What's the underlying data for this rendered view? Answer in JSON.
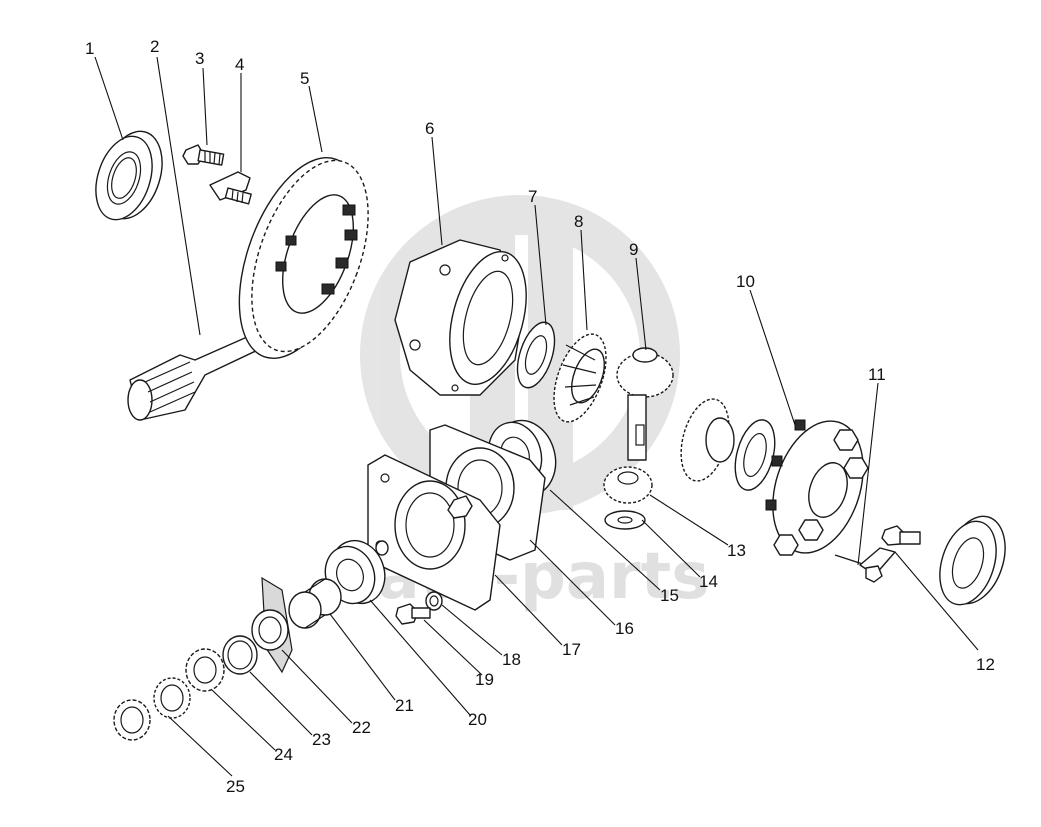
{
  "watermark": {
    "text": "data-parts",
    "color": "#d6d6d6"
  },
  "callouts": [
    {
      "id": 1,
      "label": "1"
    },
    {
      "id": 2,
      "label": "2"
    },
    {
      "id": 3,
      "label": "3"
    },
    {
      "id": 4,
      "label": "4"
    },
    {
      "id": 5,
      "label": "5"
    },
    {
      "id": 6,
      "label": "6"
    },
    {
      "id": 7,
      "label": "7"
    },
    {
      "id": 8,
      "label": "8"
    },
    {
      "id": 9,
      "label": "9"
    },
    {
      "id": 10,
      "label": "10"
    },
    {
      "id": 11,
      "label": "11"
    },
    {
      "id": 12,
      "label": "12"
    },
    {
      "id": 13,
      "label": "13"
    },
    {
      "id": 14,
      "label": "14"
    },
    {
      "id": 15,
      "label": "15"
    },
    {
      "id": 16,
      "label": "16"
    },
    {
      "id": 17,
      "label": "17"
    },
    {
      "id": 18,
      "label": "18"
    },
    {
      "id": 19,
      "label": "19"
    },
    {
      "id": 20,
      "label": "20"
    },
    {
      "id": 21,
      "label": "21"
    },
    {
      "id": 22,
      "label": "22"
    },
    {
      "id": 23,
      "label": "23"
    },
    {
      "id": 24,
      "label": "24"
    },
    {
      "id": 25,
      "label": "25"
    }
  ]
}
